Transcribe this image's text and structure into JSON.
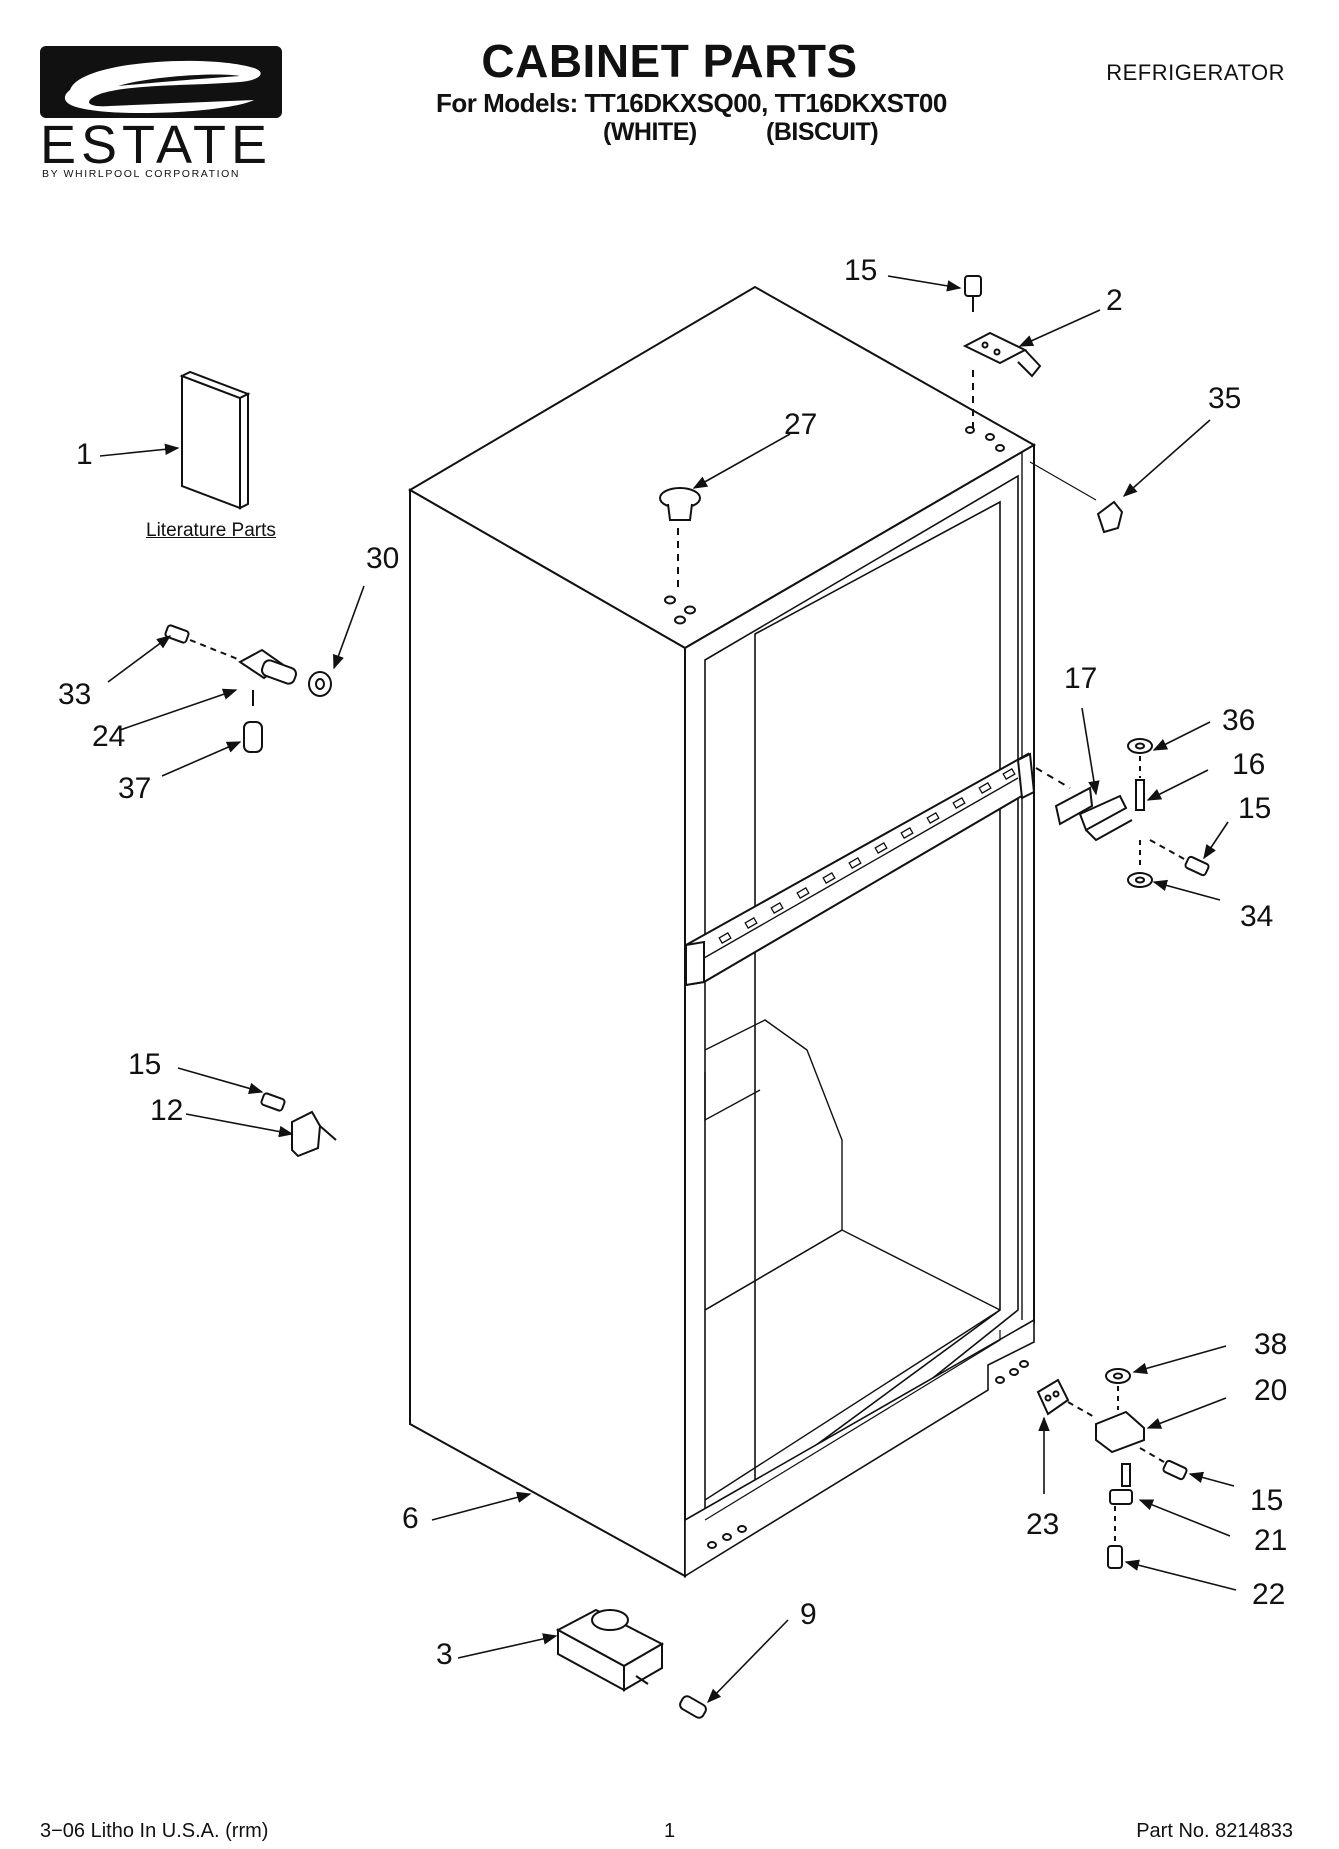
{
  "header": {
    "title": "CABINET PARTS",
    "models_line": "For Models: TT16DKXSQ00, TT16DKXST00",
    "variant_white": "(WHITE)",
    "variant_biscuit": "(BISCUIT)",
    "category": "REFRIGERATOR"
  },
  "logo": {
    "brand": "ESTATE",
    "tagline": "BY WHIRLPOOL CORPORATION"
  },
  "literature_label": "Literature Parts",
  "callouts": {
    "c1": "1",
    "c2": "2",
    "c3": "3",
    "c6": "6",
    "c9": "9",
    "c12": "12",
    "c15a": "15",
    "c15b": "15",
    "c15c": "15",
    "c15d": "15",
    "c16": "16",
    "c17": "17",
    "c20": "20",
    "c21": "21",
    "c22": "22",
    "c23": "23",
    "c24": "24",
    "c27": "27",
    "c30": "30",
    "c33": "33",
    "c34": "34",
    "c35": "35",
    "c36": "36",
    "c37": "37",
    "c38": "38"
  },
  "footer": {
    "litho": "3−06 Litho In U.S.A. (rrm)",
    "page": "1",
    "part_no": "Part No. 8214833"
  }
}
